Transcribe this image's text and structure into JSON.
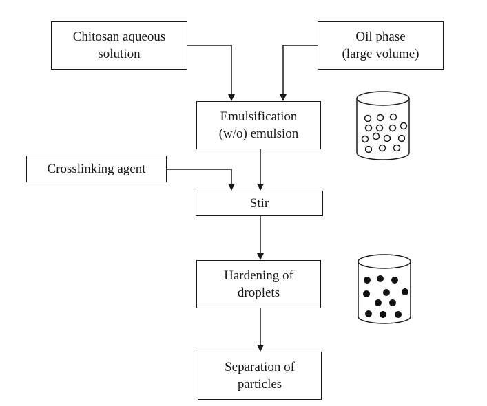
{
  "diagram": {
    "nodes": {
      "chitosan": {
        "lines": [
          "Chitosan aqueous",
          "solution"
        ]
      },
      "oil": {
        "lines": [
          "Oil phase",
          "(large volume)"
        ]
      },
      "emulsification": {
        "lines": [
          "Emulsification",
          "(w/o) emulsion"
        ]
      },
      "crosslinking": {
        "lines": [
          "Crosslinking agent"
        ]
      },
      "stir": {
        "lines": [
          "Stir"
        ]
      },
      "hardening": {
        "lines": [
          "Hardening of",
          "droplets"
        ]
      },
      "separation": {
        "lines": [
          "Separation of",
          "particles"
        ]
      }
    },
    "edges": [
      {
        "from": "chitosan",
        "to": "emulsification"
      },
      {
        "from": "oil",
        "to": "emulsification"
      },
      {
        "from": "emulsification",
        "to": "stir"
      },
      {
        "from": "crosslinking",
        "to": "stir"
      },
      {
        "from": "stir",
        "to": "hardening"
      },
      {
        "from": "hardening",
        "to": "separation"
      }
    ],
    "containers": [
      {
        "id": "emulsion-beaker",
        "droplet_fill": "empty",
        "droplet_count": 14
      },
      {
        "id": "hardened-beaker",
        "droplet_fill": "solid",
        "droplet_count": 11
      }
    ]
  }
}
